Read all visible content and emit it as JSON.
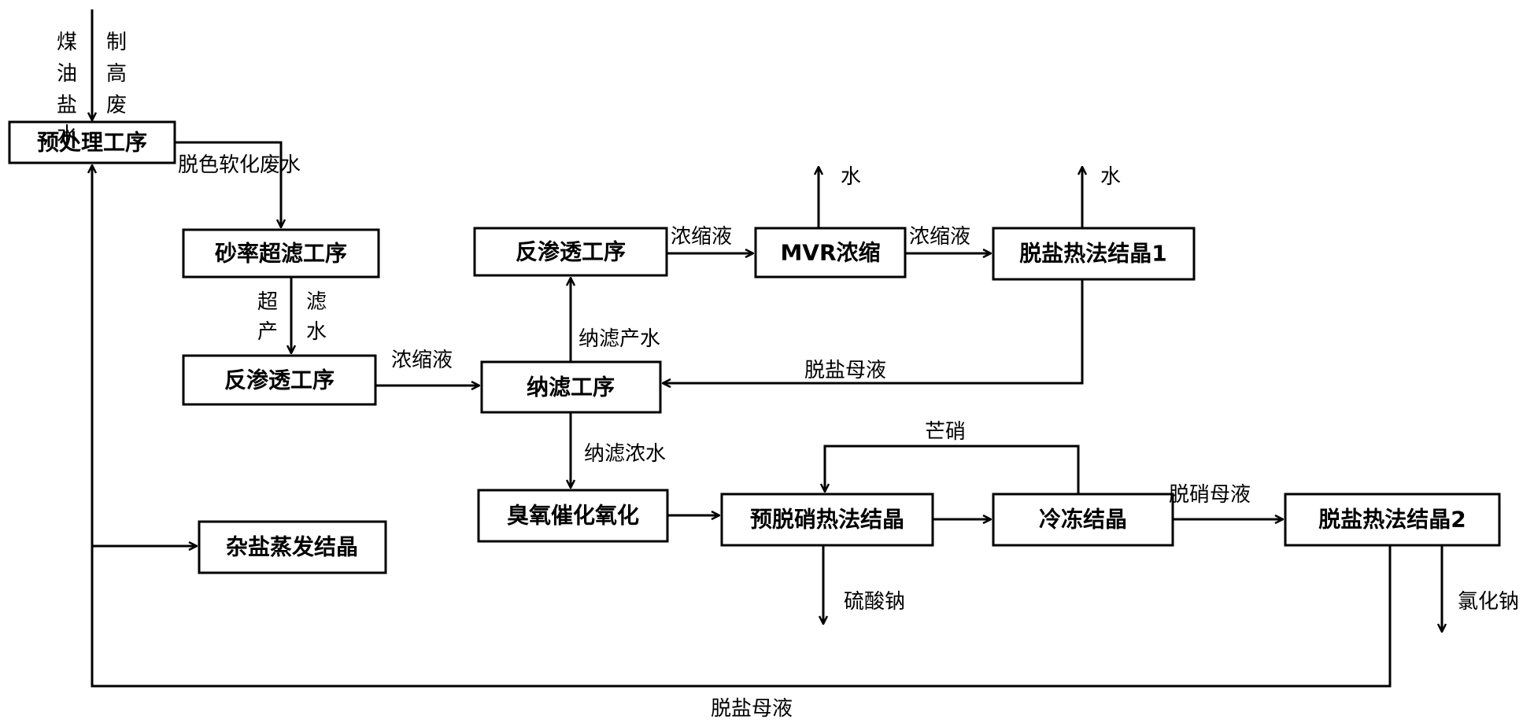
{
  "nodes": {
    "pretreatment": "预处理工序",
    "sand_ultrafiltration": "砂率超滤工序",
    "ro1": "反渗透工序",
    "ro2": "反渗透工序",
    "nanofiltration": "纳滤工序",
    "mvr": "MVR浓缩",
    "desalt1": "脱盐热法结晶1",
    "ozone": "臭氧催化氧化",
    "predenitration": "预脱硝热法结晶",
    "freeze": "冷冻结晶",
    "desalt2": "脱盐热法结晶2",
    "mixed_salt": "杂盐蒸发结晶"
  },
  "labels": {
    "input_left": "煤油盐水",
    "input_right": "制高废",
    "decolor": "脱色软化废水",
    "uf_left": "超产",
    "uf_right": "滤水",
    "concentrate_a": "浓缩液",
    "nf_product": "纳滤产水",
    "concentrate_b": "浓缩液",
    "concentrate_c": "浓缩液",
    "water_1": "水",
    "water_2": "水",
    "desalt_mother_1": "脱盐母液",
    "nf_concentrate": "纳滤浓水",
    "mirabilite": "芒硝",
    "denitration_mother": "脱硝母液",
    "sodium_sulfate": "硫酸钠",
    "sodium_chloride": "氯化钠",
    "desalt_mother_2": "脱盐母液"
  },
  "colors": {
    "stroke": "#000000",
    "background": "#ffffff"
  }
}
